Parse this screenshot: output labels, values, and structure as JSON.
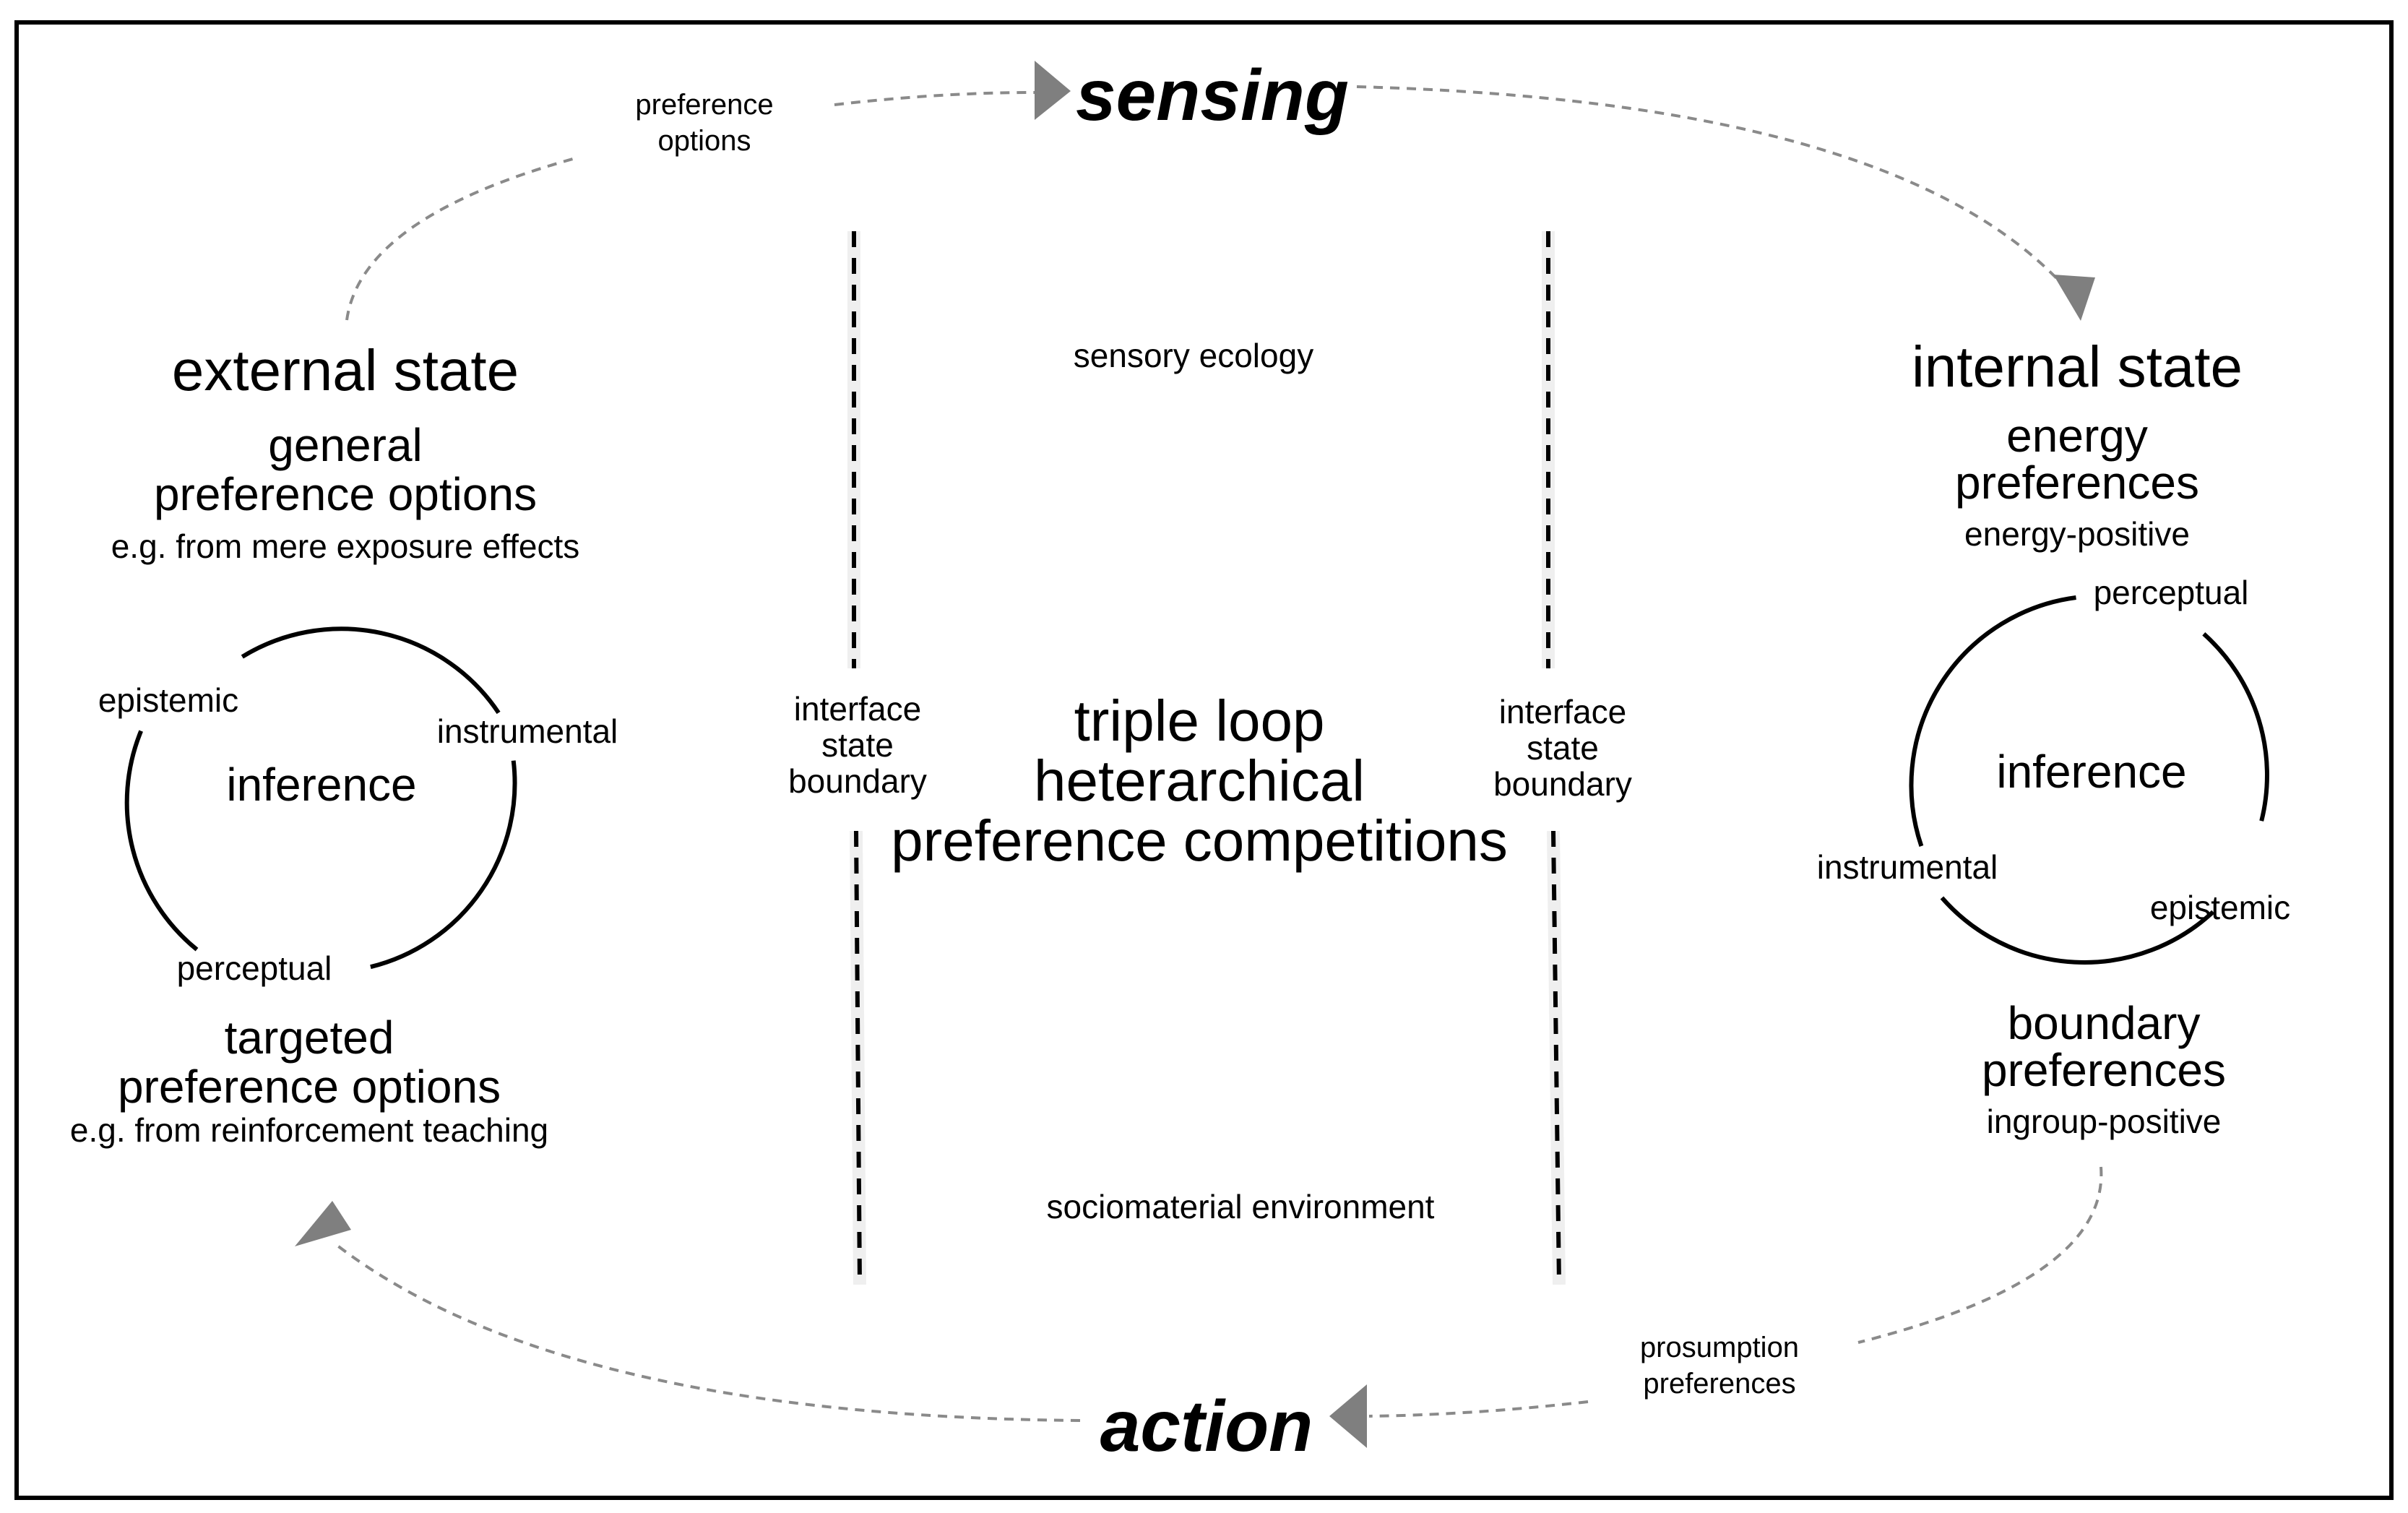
{
  "cycle": {
    "sensing": "sensing",
    "action": "action",
    "preference_options": [
      "preference",
      "options"
    ],
    "prosumption_preferences": [
      "prosumption",
      "preferences"
    ]
  },
  "external_state": {
    "title": "external state",
    "general": [
      "general",
      "preference options"
    ],
    "general_example": "e.g. from mere exposure effects",
    "loop": {
      "center": "inference",
      "epistemic": "epistemic",
      "instrumental": "instrumental",
      "perceptual": "perceptual"
    },
    "targeted": [
      "targeted",
      "preference options"
    ],
    "targeted_example": "e.g. from reinforcement teaching"
  },
  "internal_state": {
    "title": "internal state",
    "energy": [
      "energy",
      "preferences"
    ],
    "energy_example": "energy-positive",
    "loop": {
      "center": "inference",
      "perceptual": "perceptual",
      "instrumental": "instrumental",
      "epistemic": "epistemic"
    },
    "boundary": [
      "boundary",
      "preferences"
    ],
    "boundary_example": "ingroup-positive"
  },
  "center": {
    "sensory_ecology": "sensory ecology",
    "heading": [
      "triple loop",
      "heterarchical",
      "preference competitions"
    ],
    "sociomaterial": "sociomaterial environment",
    "left_boundary": [
      "interface",
      "state",
      "boundary"
    ],
    "right_boundary": [
      "interface",
      "state",
      "boundary"
    ]
  }
}
